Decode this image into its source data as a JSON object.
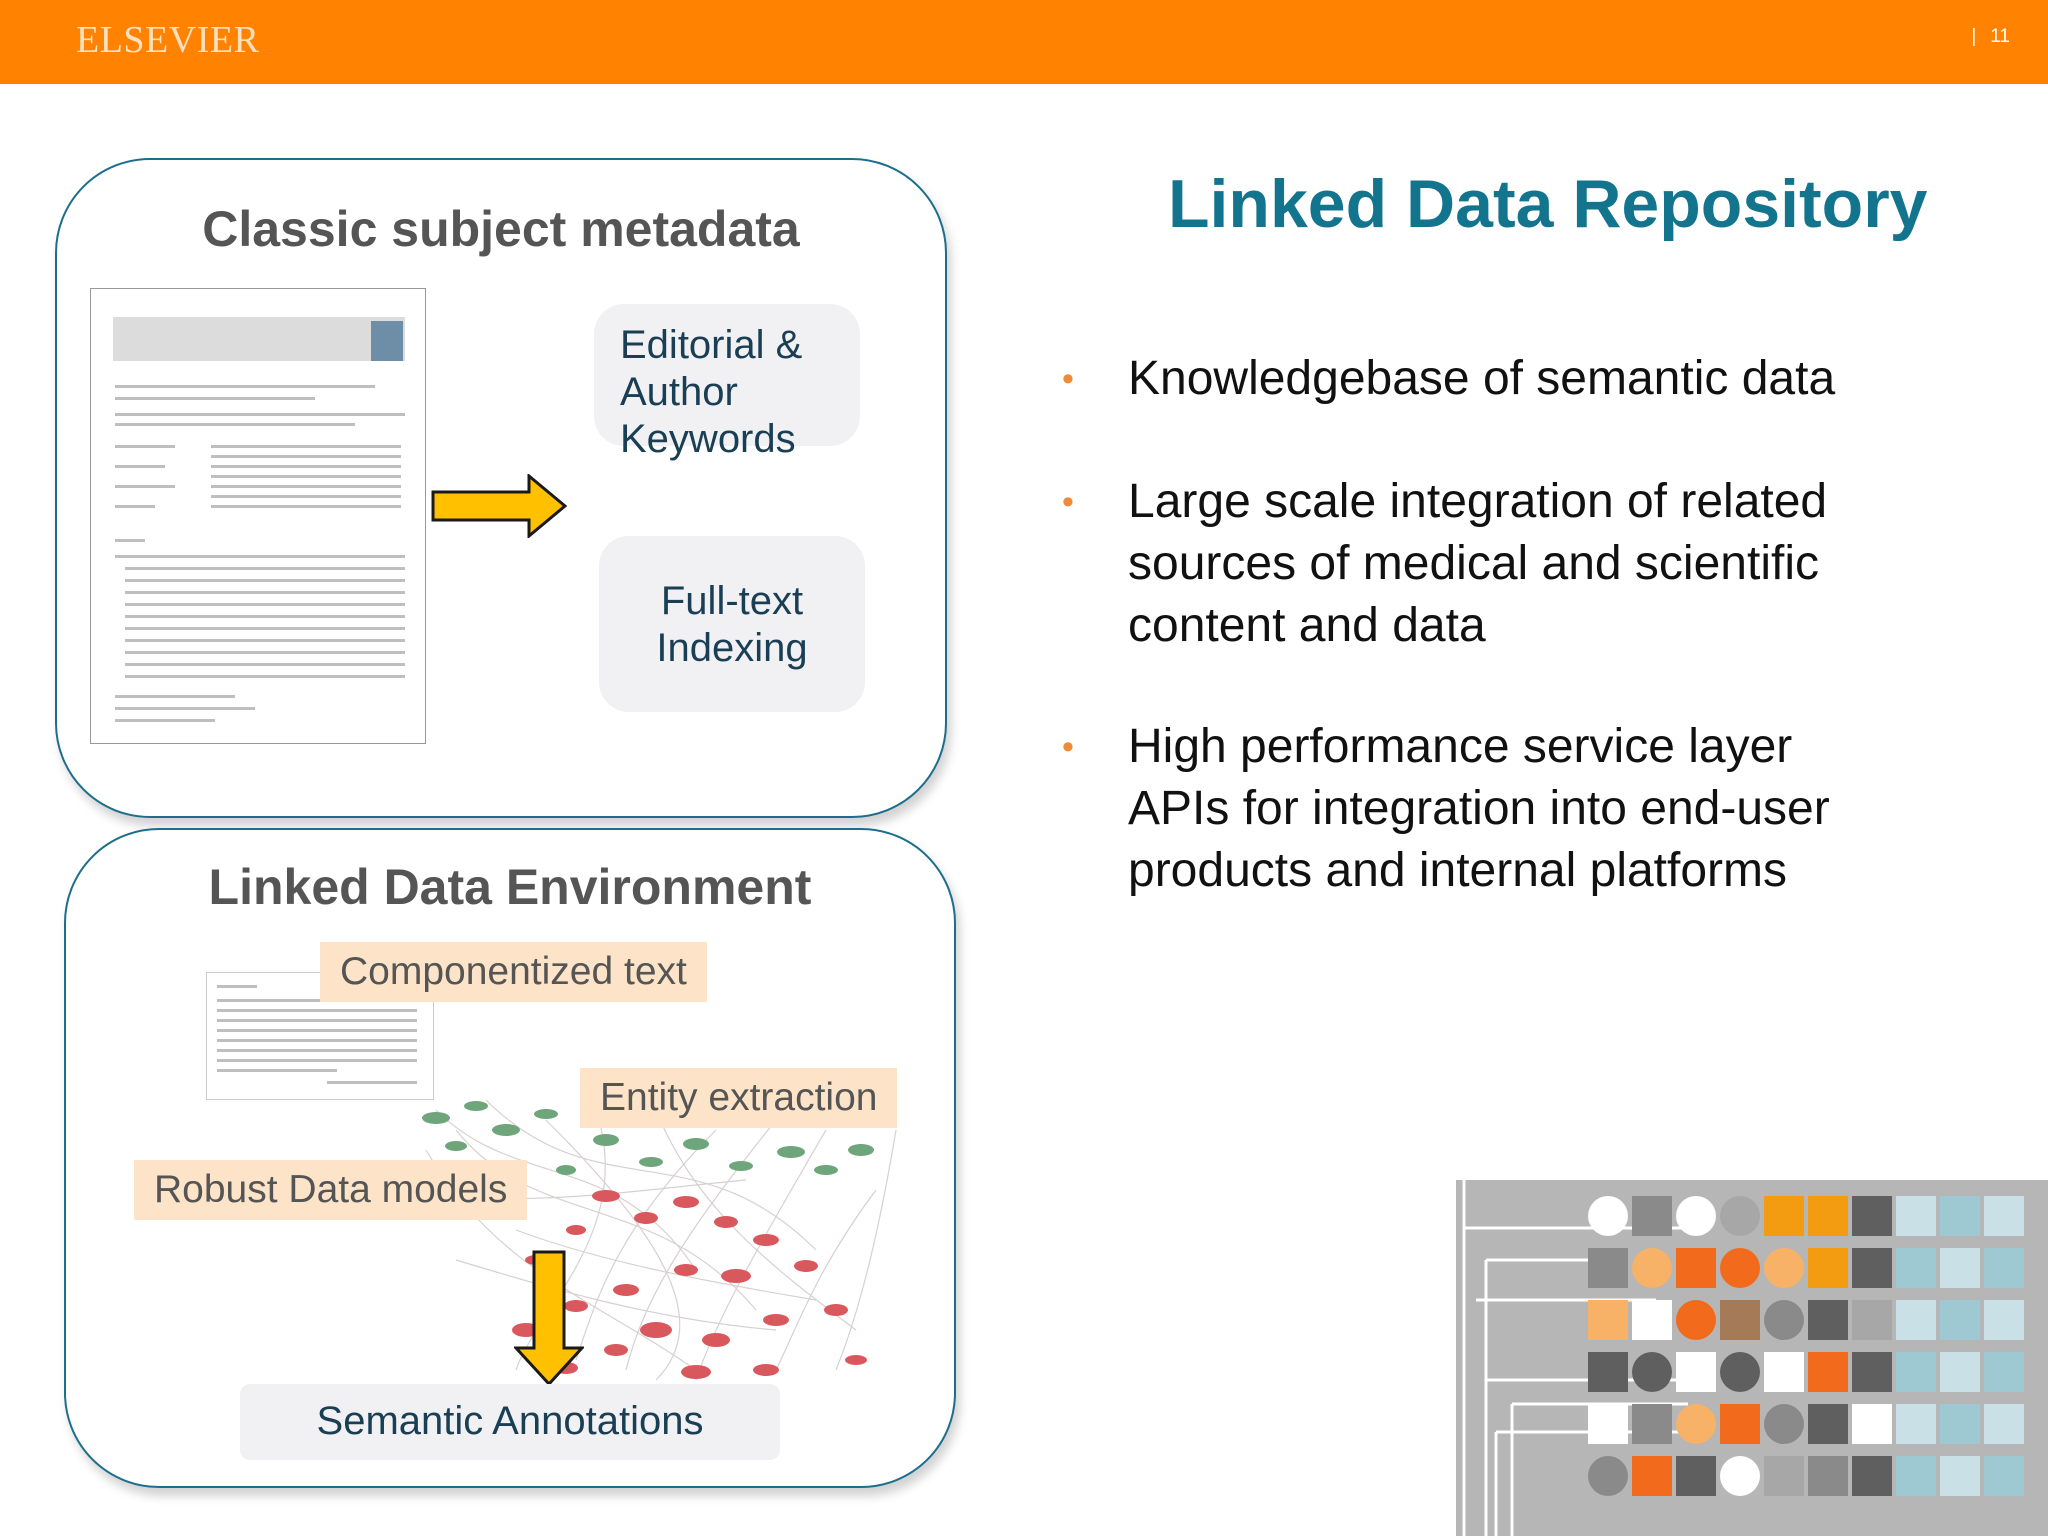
{
  "header": {
    "logo": "ELSEVIER",
    "separator": "|",
    "page_number": "11"
  },
  "panel_top": {
    "title": "Classic subject metadata",
    "box1_line1": "Editorial &",
    "box1_line2": "Author",
    "box1_line3": "Keywords",
    "box2_line1": "Full-text",
    "box2_line2": "Indexing"
  },
  "panel_bottom": {
    "title": "Linked Data Environment",
    "tag1": "Componentized text",
    "tag2": "Entity extraction",
    "tag3": "Robust Data models",
    "result": "Semantic Annotations"
  },
  "right": {
    "title": "Linked Data Repository",
    "bullet_marker": "•",
    "bullets": [
      {
        "lines": [
          "Knowledgebase of semantic data"
        ]
      },
      {
        "lines": [
          "Large scale integration of related",
          "sources of medical and scientific",
          "content and data"
        ]
      },
      {
        "lines": [
          "High performance service layer",
          "APIs for integration into end-user",
          "products and internal platforms"
        ]
      }
    ]
  },
  "colors": {
    "header": "#ff8200",
    "title_blue": "#13748e",
    "bullet": "#f08a38",
    "arrow": "#ffc000",
    "panel_border": "#1c6e8c"
  }
}
